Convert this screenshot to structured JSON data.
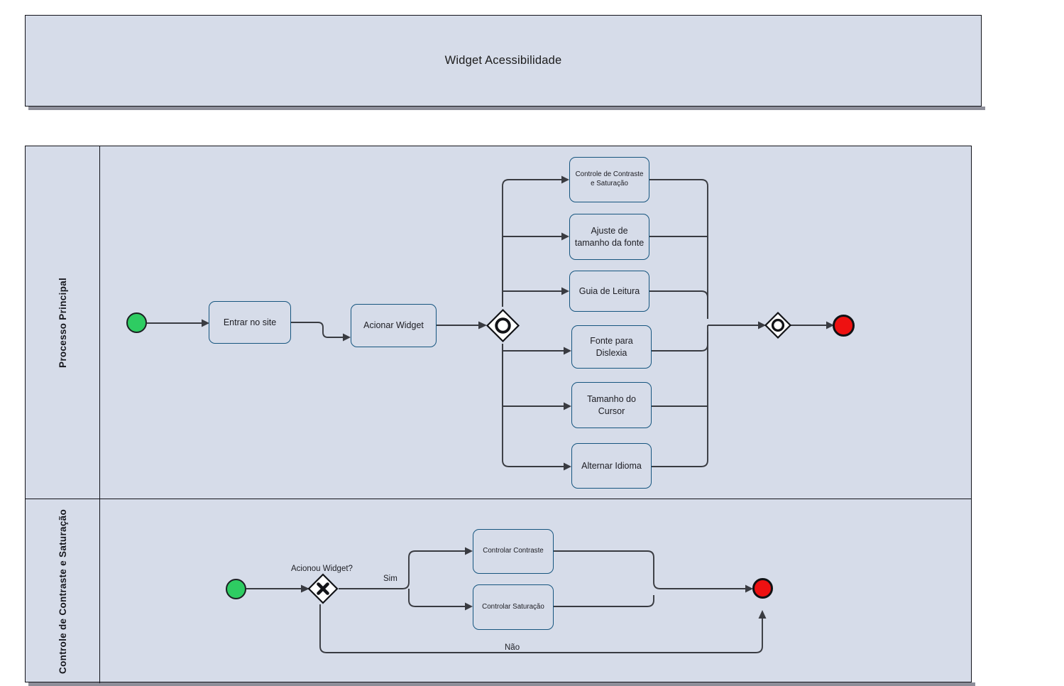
{
  "diagram": {
    "type": "bpmn",
    "title_pool": {
      "label": "Widget Acessibilidade"
    }
  },
  "lanes": [
    {
      "id": "principal",
      "label": "Processo Principal"
    },
    {
      "id": "contraste",
      "label": "Controle de Contraste e Saturação"
    }
  ],
  "lane_principal": {
    "start_event": {
      "name": "start-event",
      "color": "#2ecc62"
    },
    "tasks": [
      {
        "id": "entrar-no-site",
        "label": "Entrar no site"
      },
      {
        "id": "acionar-widget",
        "label": "Acionar Widget"
      }
    ],
    "split_gateway": {
      "type": "inclusive",
      "label": ""
    },
    "parallel_tasks": [
      {
        "id": "controle-contraste-saturacao",
        "label": "Controle de Contraste e Saturação"
      },
      {
        "id": "ajuste-tamanho-fonte",
        "label": "Ajuste de tamanho da fonte"
      },
      {
        "id": "guia-de-leitura",
        "label": "Guia de Leitura"
      },
      {
        "id": "fonte-para-dislexia",
        "label": "Fonte para Dislexia"
      },
      {
        "id": "tamanho-do-cursor",
        "label": "Tamanho do Cursor"
      },
      {
        "id": "alternar-idioma",
        "label": "Alternar Idioma"
      }
    ],
    "join_gateway": {
      "type": "inclusive",
      "label": ""
    },
    "end_event": {
      "name": "end-event",
      "color": "#ee1111"
    }
  },
  "lane_contraste": {
    "start_event": {
      "name": "start-event",
      "color": "#2ecc62"
    },
    "decision_gateway": {
      "type": "exclusive",
      "label": "Acionou Widget?"
    },
    "flow_labels": {
      "yes": "Sim",
      "no": "Não"
    },
    "tasks": [
      {
        "id": "controlar-contraste",
        "label": "Controlar Contraste"
      },
      {
        "id": "controlar-saturacao",
        "label": "Controlar Saturação"
      }
    ],
    "end_event": {
      "name": "end-event",
      "color": "#ee1111"
    }
  },
  "colors": {
    "lane_fill": "#d6dce9",
    "task_border": "#16557f",
    "pool_border": "#12131a",
    "flow_stroke": "#393b41",
    "start_green": "#2ecc62",
    "end_red": "#ee1111"
  }
}
